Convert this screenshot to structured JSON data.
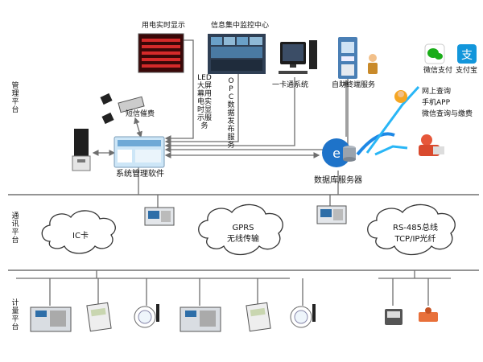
{
  "layers": {
    "management": "管理平台",
    "communication": "通讯平台",
    "metering": "计量平台"
  },
  "devices": {
    "realtime_display": "用电实时显示",
    "monitor_center": "信息集中监控中心",
    "sms": "短信催费",
    "card_system": "一卡通系统",
    "self_service": "自助终端服务",
    "mgmt_software": "系统管理软件",
    "db_server": "数据库服务器",
    "wechat_pay": "微信支付",
    "alipay": "支付宝"
  },
  "services": {
    "led_display": "LED大屏幕用电实时显示服务",
    "opc_publish": "OPC数据发布服务",
    "online_query": "网上查询",
    "mobile_app": "手机APP",
    "wechat_query": "微信查询与缴费"
  },
  "clouds": {
    "ic_card": "IC卡",
    "gprs_line1": "GPRS",
    "gprs_line2": "无线传输",
    "rs485_line1": "RS-485总线",
    "rs485_line2": "TCP/IP光纤"
  },
  "colors": {
    "line": "#6e6e6e",
    "wechat_green": "#1aad19",
    "alipay_blue": "#1296db",
    "led_red": "#d42a2a"
  }
}
